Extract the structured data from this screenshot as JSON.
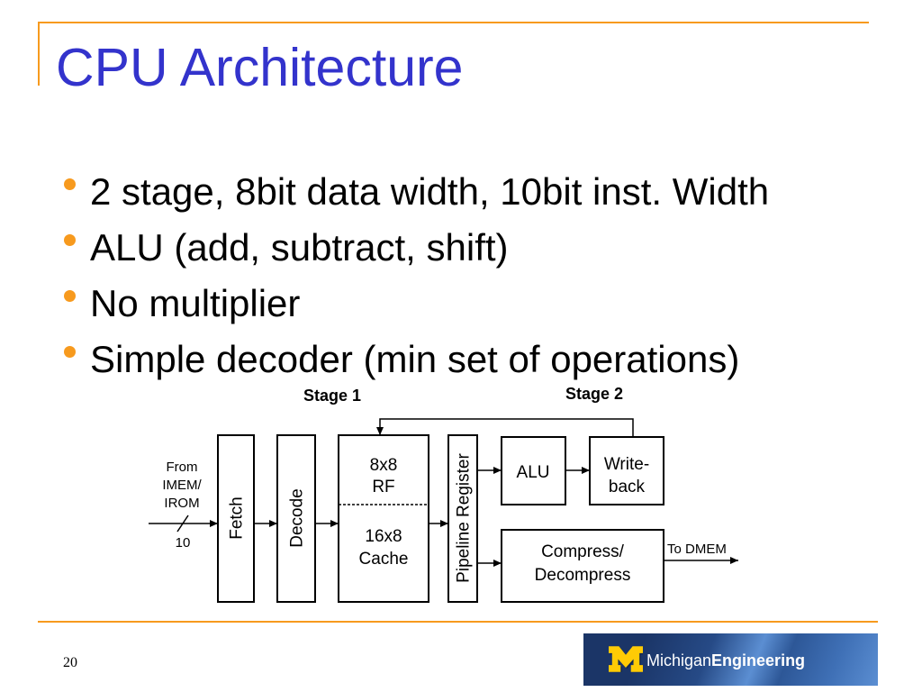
{
  "slide": {
    "title": "CPU Architecture",
    "bullets": [
      "2 stage, 8bit data width, 10bit inst. Width",
      "ALU (add, subtract, shift)",
      "No multiplier",
      "Simple decoder (min set of operations)"
    ],
    "page_number": "20"
  },
  "diagram": {
    "stages": [
      "Stage 1",
      "Stage 2"
    ],
    "input_label": [
      "From",
      "IMEM/",
      "IROM"
    ],
    "input_bus_width": "10",
    "fetch": "Fetch",
    "decode": "Decode",
    "register_file": [
      "8x8",
      "RF"
    ],
    "cache": [
      "16x8",
      "Cache"
    ],
    "pipeline_register": "Pipeline Register",
    "alu": "ALU",
    "writeback": [
      "Write-",
      "back"
    ],
    "compress": [
      "Compress/",
      "Decompress"
    ],
    "output_label": "To DMEM"
  },
  "logo": {
    "name_regular": "Michigan",
    "name_bold": "Engineering"
  },
  "colors": {
    "accent": "#F79A1E",
    "title": "#3333CC",
    "logo_dark": "#1B3567",
    "logo_light": "#5B8ED2",
    "logo_mark": "#FFCB05"
  },
  "icons": {
    "bullet": "bullet-icon",
    "logo_mark": "block-m-icon"
  }
}
